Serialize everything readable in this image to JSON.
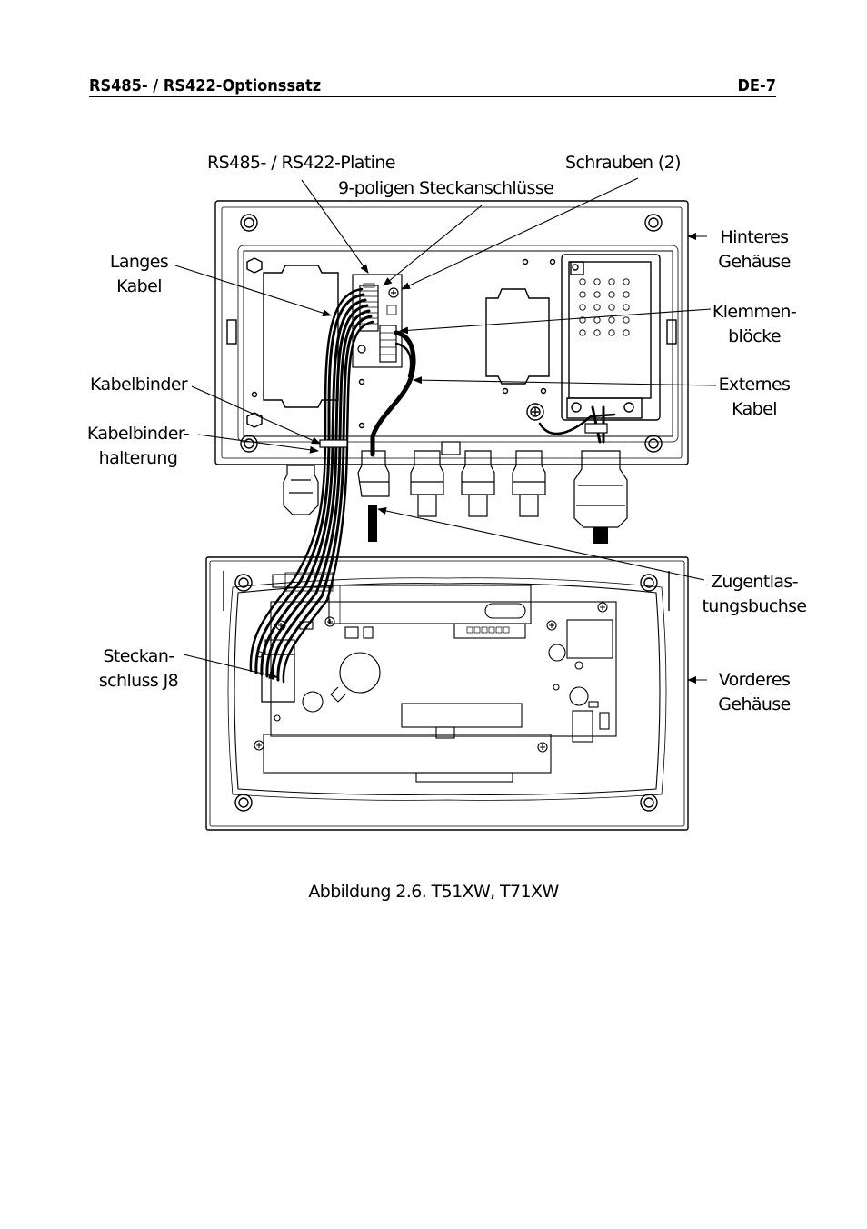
{
  "header": {
    "title": "RS485- / RS422-Optionssatz",
    "page_number": "DE-7"
  },
  "figure": {
    "labels": {
      "platine": "RS485- / RS422-Platine",
      "steckanschluesse": "9-poligen Steckanschlüsse",
      "schrauben": "Schrauben (2)",
      "langes_kabel": [
        "Langes",
        "Kabel"
      ],
      "hinteres_gehaeuse": [
        "Hinteres",
        "Gehäuse"
      ],
      "klemmenbloecke": [
        "Klemmen-",
        "blöcke"
      ],
      "kabelbinder": "Kabelbinder",
      "externes_kabel": [
        "Externes",
        "Kabel"
      ],
      "kabelbinderhalterung": [
        "Kabelbinder-",
        "halterung"
      ],
      "zugentlastungsbuchse": [
        "Zugentlas-",
        "tungsbuchse"
      ],
      "steckanschluss_j8": [
        "Steckan-",
        "schluss J8"
      ],
      "vorderes_gehaeuse": [
        "Vorderes",
        "Gehäuse"
      ]
    },
    "caption": "Abbildung 2.6. T51XW, T71XW"
  }
}
